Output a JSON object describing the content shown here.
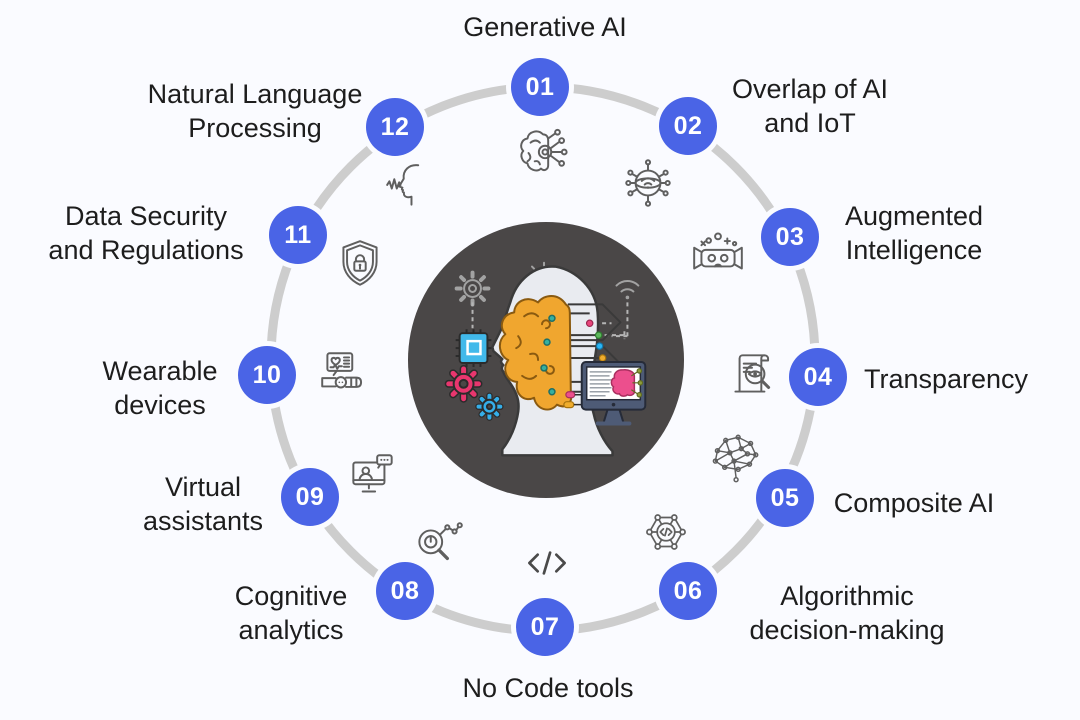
{
  "items": [
    {
      "num": "01",
      "label": "Generative AI",
      "icon": "brain-circuit-icon"
    },
    {
      "num": "02",
      "label": "Overlap of AI\nand IoT",
      "icon": "iot-globe-icon"
    },
    {
      "num": "03",
      "label": "Augmented\nIntelligence",
      "icon": "vr-headset-icon"
    },
    {
      "num": "04",
      "label": "Transparency",
      "icon": "document-eye-magnifier-icon"
    },
    {
      "num": "05",
      "label": "Composite AI",
      "icon": "neural-mesh-icon"
    },
    {
      "num": "06",
      "label": "Algorithmic\ndecision-making",
      "icon": "network-code-icon"
    },
    {
      "num": "07",
      "label": "No Code tools",
      "icon": "code-brackets-icon"
    },
    {
      "num": "08",
      "label": "Cognitive\nanalytics",
      "icon": "analytics-magnifier-icon"
    },
    {
      "num": "09",
      "label": "Virtual\nassistants",
      "icon": "assistant-monitor-icon"
    },
    {
      "num": "10",
      "label": "Wearable\ndevices",
      "icon": "smartwatch-icon"
    },
    {
      "num": "11",
      "label": "Data Security\nand Regulations",
      "icon": "shield-lock-icon"
    },
    {
      "num": "12",
      "label": "Natural Language\nProcessing",
      "icon": "speech-profile-icon"
    }
  ],
  "colors": {
    "badge_blue": "#4a64e6",
    "ring_gray": "#cdcdcd",
    "center_background": "#4a4747",
    "page_background": "#fafbff",
    "text": "#1d1d1d"
  }
}
